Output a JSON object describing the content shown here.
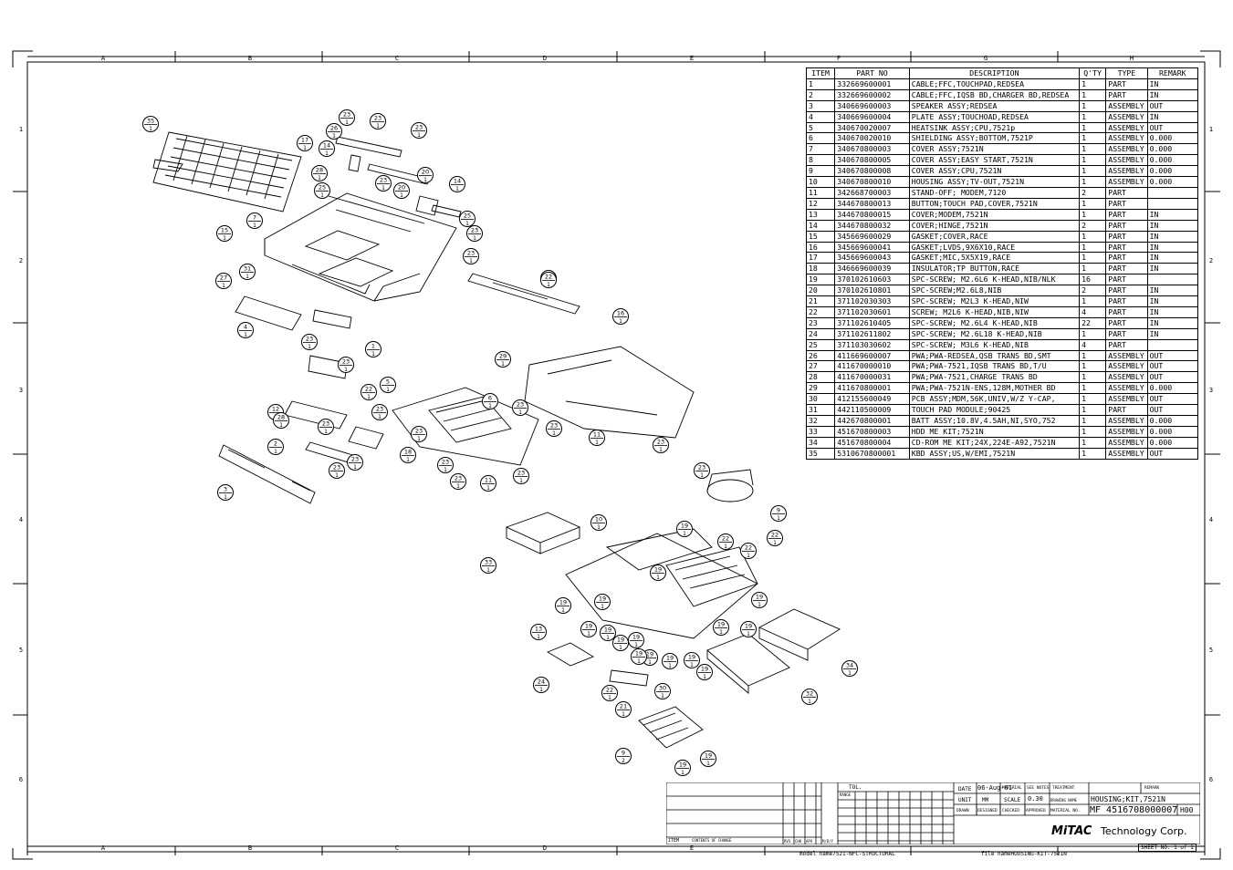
{
  "zones": {
    "columns": [
      "A",
      "B",
      "C",
      "D",
      "E",
      "F",
      "G",
      "H"
    ],
    "rows": [
      "1",
      "2",
      "3",
      "4",
      "5",
      "6"
    ]
  },
  "parts_table": {
    "headers": [
      "ITEM",
      "PART NO",
      "DESCRIPTION",
      "Q'TY",
      "TYPE",
      "REMARK"
    ],
    "rows": [
      [
        "1",
        "332669600001",
        "CABLE;FFC,TOUCHPAD,REDSEA",
        "1",
        "PART",
        "IN"
      ],
      [
        "2",
        "332669600002",
        "CABLE;FFC,IQSB BD,CHARGER BD,REDSEA",
        "1",
        "PART",
        "IN"
      ],
      [
        "3",
        "340669600003",
        "SPEAKER ASSY;REDSEA",
        "1",
        "ASSEMBLY",
        "OUT"
      ],
      [
        "4",
        "340669600004",
        "PLATE ASSY;TOUCHOAD,REDSEA",
        "1",
        "ASSEMBLY",
        "IN"
      ],
      [
        "5",
        "340670020007",
        "HEATSINK ASSY;CPU,7521p",
        "1",
        "ASSEMBLY",
        "OUT"
      ],
      [
        "6",
        "340670020010",
        "SHIELDING ASSY;BOTTOM,7521P",
        "1",
        "ASSEMBLY",
        "0.000"
      ],
      [
        "7",
        "340670800003",
        "COVER ASSY;7521N",
        "1",
        "ASSEMBLY",
        "0.000"
      ],
      [
        "8",
        "340670800005",
        "COVER ASSY;EASY START,7521N",
        "1",
        "ASSEMBLY",
        "0.000"
      ],
      [
        "9",
        "340670800008",
        "COVER ASSY;CPU,7521N",
        "1",
        "ASSEMBLY",
        "0.000"
      ],
      [
        "10",
        "340670800010",
        "HOUSING ASSY;TV-OUT,7521N",
        "1",
        "ASSEMBLY",
        "0.000"
      ],
      [
        "11",
        "342668700003",
        "STAND-OFF; MODEM,7120",
        "2",
        "PART",
        ""
      ],
      [
        "12",
        "344670800013",
        "BUTTON;TOUCH PAD,COVER,7521N",
        "1",
        "PART",
        ""
      ],
      [
        "13",
        "344670800015",
        "COVER;MODEM,7521N",
        "1",
        "PART",
        "IN"
      ],
      [
        "14",
        "344670800032",
        "COVER;HINGE,7521N",
        "2",
        "PART",
        "IN"
      ],
      [
        "15",
        "345669600029",
        "GASKET;COVER,RACE",
        "1",
        "PART",
        "IN"
      ],
      [
        "16",
        "345669600041",
        "GASKET;LVDS,9X6X10,RACE",
        "1",
        "PART",
        "IN"
      ],
      [
        "17",
        "345669600043",
        "GASKET;MIC,5X5X19,RACE",
        "1",
        "PART",
        "IN"
      ],
      [
        "18",
        "346669600039",
        "INSULATOR;TP BUTTON,RACE",
        "1",
        "PART",
        "IN"
      ],
      [
        "19",
        "370102610603",
        "SPC-SCREW; M2.6L6 K-HEAD,NIB/NLK",
        "16",
        "PART",
        ""
      ],
      [
        "20",
        "370102610801",
        "SPC-SCREW;M2.6L8,NIB",
        "2",
        "PART",
        "IN"
      ],
      [
        "21",
        "371102030303",
        "SPC-SCREW; M2L3 K-HEAD,NIW",
        "1",
        "PART",
        "IN"
      ],
      [
        "22",
        "371102030601",
        "SCREW; M2L6 K-HEAD,NIB,NIW",
        "4",
        "PART",
        "IN"
      ],
      [
        "23",
        "371102610405",
        "SPC-SCREW; M2.6L4 K-HEAD,NIB",
        "22",
        "PART",
        "IN"
      ],
      [
        "24",
        "371102611802",
        "SPC-SCREW; M2.6L18 K-HEAD,NIB",
        "1",
        "PART",
        "IN"
      ],
      [
        "25",
        "371103030602",
        "SPC-SCREW; M3L6 K-HEAD,NIB",
        "4",
        "PART",
        ""
      ],
      [
        "26",
        "411669600007",
        "PWA;PWA-REDSEA,QSB TRANS BD,SMT",
        "1",
        "ASSEMBLY",
        "OUT"
      ],
      [
        "27",
        "411670000010",
        "PWA;PWA-7521,IQSB TRANS BD,T/U",
        "1",
        "ASSEMBLY",
        "OUT"
      ],
      [
        "28",
        "411670000031",
        "PWA;PWA-7521,CHARGE TRANS BD",
        "1",
        "ASSEMBLY",
        "OUT"
      ],
      [
        "29",
        "411670800001",
        "PWA;PWA-7521N-ENS,128M,MOTHER BD",
        "1",
        "ASSEMBLY",
        "0.000"
      ],
      [
        "30",
        "412155600049",
        "PCB ASSY;MDM,56K,UNIV,W/Z Y-CAP,",
        "1",
        "ASSEMBLY",
        "OUT"
      ],
      [
        "31",
        "442110500009",
        "TOUCH PAD MODULE;90425",
        "1",
        "PART",
        "OUT"
      ],
      [
        "32",
        "442670800001",
        "BATT ASSY;10.8V,4.5AH,NI,SYO,752",
        "1",
        "ASSEMBLY",
        "0.000"
      ],
      [
        "33",
        "451670800003",
        "HDD ME KIT;7521N",
        "1",
        "ASSEMBLY",
        "0.000"
      ],
      [
        "34",
        "451670800004",
        "CD-ROM ME KIT;24X,224E-A92,7521N",
        "1",
        "ASSEMBLY",
        "0.000"
      ],
      [
        "35",
        "5310670800001",
        "KBD ASSY;US,W/EMI,7521N",
        "1",
        "ASSEMBLY",
        "OUT"
      ]
    ]
  },
  "title_block": {
    "date_label": "DATE",
    "date_value": "06-Aug-01",
    "material_label": "MATERIAL",
    "see_notes": "SEE NOTES",
    "treatment_label": "TREATMENT",
    "remark_label": "REMARK",
    "unit_label": "UNIT",
    "unit_value": "MM",
    "scale_label": "SCALE",
    "scale_value": "0.30",
    "drawing_name_label": "DRAWING NAME",
    "drawing_name": "HOUSING;KIT,7521N",
    "drawn": "DRAWN",
    "designed": "DESIGNED",
    "checked": "CHECKED",
    "approved": "APPROVED",
    "material_no_label": "MATERIAL NO.",
    "material_no": "MF 4516708000007",
    "revision": "H00",
    "company_logo": "MiTAC",
    "company_name": "Technology Corp.",
    "sheet": "SHEET NO. 1 of 1",
    "model_name": "model name7521-NFC-STRUCTURAL",
    "file_name": "file nameHOUSING-KIT-7521N",
    "tol_label": "TOL.",
    "range_label": "RANGE",
    "item_label": "ITEM",
    "contents_label": "CONTENTS OF CHANGE",
    "rvs": "RVS",
    "chk": "CHK",
    "apv": "APV",
    "date_col": "M/D/Y"
  },
  "balloons": [
    {
      "n": "35",
      "q": "1"
    },
    {
      "n": "17",
      "q": "1"
    },
    {
      "n": "14",
      "q": "1"
    },
    {
      "n": "26",
      "q": "1"
    },
    {
      "n": "23",
      "q": "1"
    },
    {
      "n": "23",
      "q": "1"
    },
    {
      "n": "23",
      "q": "1"
    },
    {
      "n": "28",
      "q": "1"
    },
    {
      "n": "25",
      "q": "1"
    },
    {
      "n": "20",
      "q": "1"
    },
    {
      "n": "20",
      "q": "1"
    },
    {
      "n": "14",
      "q": "1"
    },
    {
      "n": "23",
      "q": "1"
    },
    {
      "n": "25",
      "q": "1"
    },
    {
      "n": "23",
      "q": "1"
    },
    {
      "n": "23",
      "q": "1"
    },
    {
      "n": "7",
      "q": "1"
    },
    {
      "n": "15",
      "q": "1"
    },
    {
      "n": "27",
      "q": "1"
    },
    {
      "n": "31",
      "q": "1"
    },
    {
      "n": "8",
      "q": "1"
    },
    {
      "n": "16",
      "q": "1"
    },
    {
      "n": "4",
      "q": "1"
    },
    {
      "n": "23",
      "q": "1"
    },
    {
      "n": "1",
      "q": "1"
    },
    {
      "n": "12",
      "q": "1"
    },
    {
      "n": "23",
      "q": "1"
    },
    {
      "n": "22",
      "q": "1"
    },
    {
      "n": "23",
      "q": "1"
    },
    {
      "n": "5",
      "q": "1"
    },
    {
      "n": "23",
      "q": "1"
    },
    {
      "n": "6",
      "q": "1"
    },
    {
      "n": "23",
      "q": "1"
    },
    {
      "n": "23",
      "q": "1"
    },
    {
      "n": "29",
      "q": "1"
    },
    {
      "n": "23",
      "q": "1"
    },
    {
      "n": "11",
      "q": "1"
    },
    {
      "n": "11",
      "q": "1"
    },
    {
      "n": "23",
      "q": "1"
    },
    {
      "n": "23",
      "q": "1"
    },
    {
      "n": "28",
      "q": "1"
    },
    {
      "n": "2",
      "q": "1"
    },
    {
      "n": "23",
      "q": "1"
    },
    {
      "n": "23",
      "q": "1"
    },
    {
      "n": "18",
      "q": "1"
    },
    {
      "n": "3",
      "q": "1"
    },
    {
      "n": "23",
      "q": "1"
    },
    {
      "n": "23",
      "q": "1"
    },
    {
      "n": "23",
      "q": "1"
    },
    {
      "n": "9",
      "q": "1"
    },
    {
      "n": "22",
      "q": "1"
    },
    {
      "n": "22",
      "q": "1"
    },
    {
      "n": "22",
      "q": "1"
    },
    {
      "n": "22",
      "q": "1"
    },
    {
      "n": "10",
      "q": "1"
    },
    {
      "n": "19",
      "q": "1"
    },
    {
      "n": "19",
      "q": "1"
    },
    {
      "n": "33",
      "q": "1"
    },
    {
      "n": "19",
      "q": "1"
    },
    {
      "n": "19",
      "q": "1"
    },
    {
      "n": "19",
      "q": "1"
    },
    {
      "n": "19",
      "q": "1"
    },
    {
      "n": "19",
      "q": "1"
    },
    {
      "n": "19",
      "q": "1"
    },
    {
      "n": "19",
      "q": "1"
    },
    {
      "n": "19",
      "q": "1"
    },
    {
      "n": "19",
      "q": "1"
    },
    {
      "n": "19",
      "q": "1"
    },
    {
      "n": "19",
      "q": "1"
    },
    {
      "n": "19",
      "q": "1"
    },
    {
      "n": "13",
      "q": "1"
    },
    {
      "n": "24",
      "q": "1"
    },
    {
      "n": "21",
      "q": "1"
    },
    {
      "n": "22",
      "q": "1"
    },
    {
      "n": "30",
      "q": "1"
    },
    {
      "n": "34",
      "q": "1"
    },
    {
      "n": "32",
      "q": "1"
    },
    {
      "n": "9",
      "q": "2"
    },
    {
      "n": "19",
      "q": "1"
    },
    {
      "n": "19",
      "q": "1"
    },
    {
      "n": "19",
      "q": "1"
    },
    {
      "n": "19",
      "q": "1"
    }
  ]
}
